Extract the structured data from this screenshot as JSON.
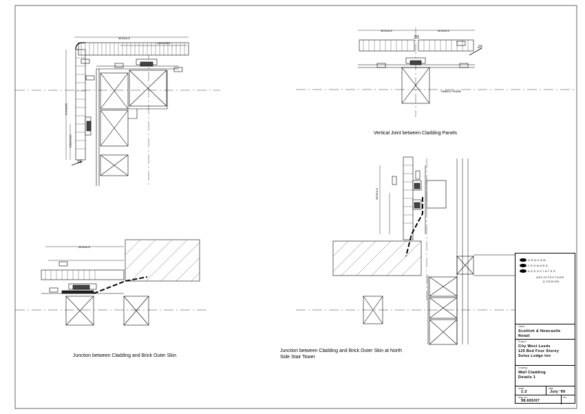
{
  "drawings": {
    "vertical_joint_caption": "Vertical Joint between Cladding Panels",
    "brick_skin_caption": "Junction between Cladding and Brick Outer Skin",
    "north_stair_caption": "Junction between Cladding and Brick Outer Skin at North Side Stair Tower"
  },
  "dimension_labels": {
    "module": "MODULE",
    "centres": "CENTRES",
    "timber_frame": "TIMBER FRAME",
    "joint_width": "10",
    "slope": "25"
  },
  "title_block": {
    "firm_lines": [
      "GRAHAM",
      "LEONARD",
      "ASSOCIATES"
    ],
    "firm_subtitle": "ARCHITECTURE",
    "firm_subtitle2": "& DESIGN",
    "client_label": "Client",
    "client": "Scottish & Newcastle Retail",
    "project_label": "Project",
    "project_lines": [
      "City West Leeds",
      "125 Bed Four Storey",
      "Solus Lodge Inn"
    ],
    "drawing_label": "Drawing",
    "drawing_lines": [
      "Wall Cladding",
      "Details 1"
    ],
    "scale_label": "scale",
    "scale": "1:2",
    "date_label": "date",
    "date": "July '99",
    "dwg_no_label": "dwg. no.",
    "dwg_no": "98.665/07",
    "rev_label": "rev."
  },
  "colors": {
    "line": "#000000",
    "paper": "#ffffff"
  }
}
